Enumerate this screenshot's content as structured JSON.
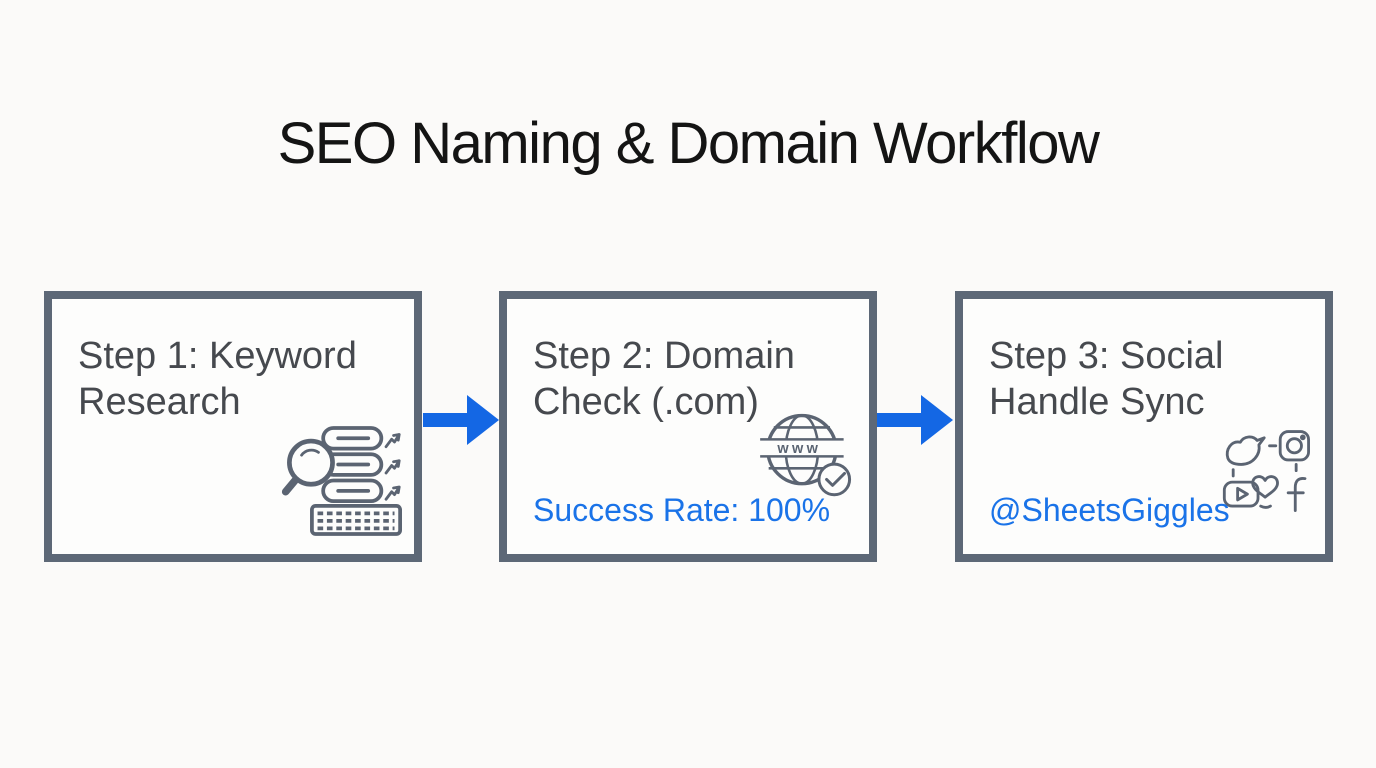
{
  "workflow": {
    "title": "SEO Naming & Domain Workflow",
    "steps": [
      {
        "label": "Step 1: Keyword Research",
        "icon": "keyword-research-icon"
      },
      {
        "label": "Step 2: Domain Check (.com)",
        "detail": "Success Rate: 100%",
        "icon": "domain-globe-check-icon"
      },
      {
        "label": "Step 3: Social Handle Sync",
        "detail": "@SheetsGiggles",
        "icon": "social-handles-icon"
      }
    ]
  },
  "icons": {
    "globe_label": "www"
  },
  "colors": {
    "accent_blue": "#1a73e8",
    "arrow_blue": "#1467e4",
    "box_border_gray": "#5d6877",
    "heading_gray": "#46494e",
    "title_black": "#141414",
    "icon_stroke_gray": "#5b6472",
    "background": "#fbfaf9"
  }
}
